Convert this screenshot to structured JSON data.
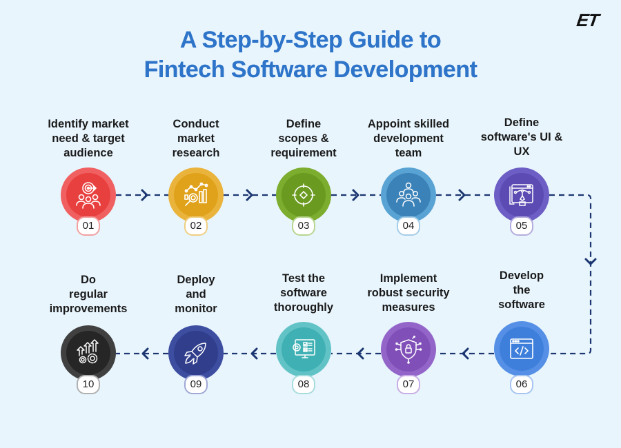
{
  "header": {
    "title_line1": "A Step-by-Step Guide to",
    "title_line2": "Fintech Software Development",
    "logo": "ET",
    "title_color": "#2e74c9"
  },
  "connector_color": "#1b3670",
  "steps": [
    {
      "num": "01",
      "label": [
        "Identify market",
        "need & target",
        "audience"
      ],
      "icon": "target-audience-icon",
      "color": "#e8403f",
      "ring": "#f06060"
    },
    {
      "num": "02",
      "label": [
        "Conduct",
        "market",
        "research"
      ],
      "icon": "market-research-icon",
      "color": "#e0a21a",
      "ring": "#eab43c"
    },
    {
      "num": "03",
      "label": [
        "Define",
        "scopes &",
        "requirement"
      ],
      "icon": "crosshair-icon",
      "color": "#6a9a1f",
      "ring": "#7dad2e"
    },
    {
      "num": "04",
      "label": [
        "Appoint skilled",
        "development",
        "team"
      ],
      "icon": "team-icon",
      "color": "#3b82b8",
      "ring": "#58a3d3"
    },
    {
      "num": "05",
      "label": [
        "Define",
        "software's UI &",
        "UX"
      ],
      "icon": "design-tool-icon",
      "color": "#5b4bb3",
      "ring": "#6c5ec4"
    },
    {
      "num": "06",
      "label": [
        "Develop",
        "the",
        "software"
      ],
      "icon": "code-window-icon",
      "color": "#3f7fdc",
      "ring": "#5590e6"
    },
    {
      "num": "07",
      "label": [
        "Implement",
        "robust security",
        "measures"
      ],
      "icon": "security-shield-icon",
      "color": "#8050b8",
      "ring": "#9365c9"
    },
    {
      "num": "08",
      "label": [
        "Test the",
        "software",
        "thoroughly"
      ],
      "icon": "testing-monitor-icon",
      "color": "#3fb0b3",
      "ring": "#62c3c6"
    },
    {
      "num": "09",
      "label": [
        "Deploy",
        "and",
        "monitor"
      ],
      "icon": "rocket-icon",
      "color": "#303e8c",
      "ring": "#3d4ea0"
    },
    {
      "num": "10",
      "label": [
        "Do",
        "regular",
        "improvements"
      ],
      "icon": "improvement-gears-icon",
      "color": "#262626",
      "ring": "#404040"
    }
  ]
}
